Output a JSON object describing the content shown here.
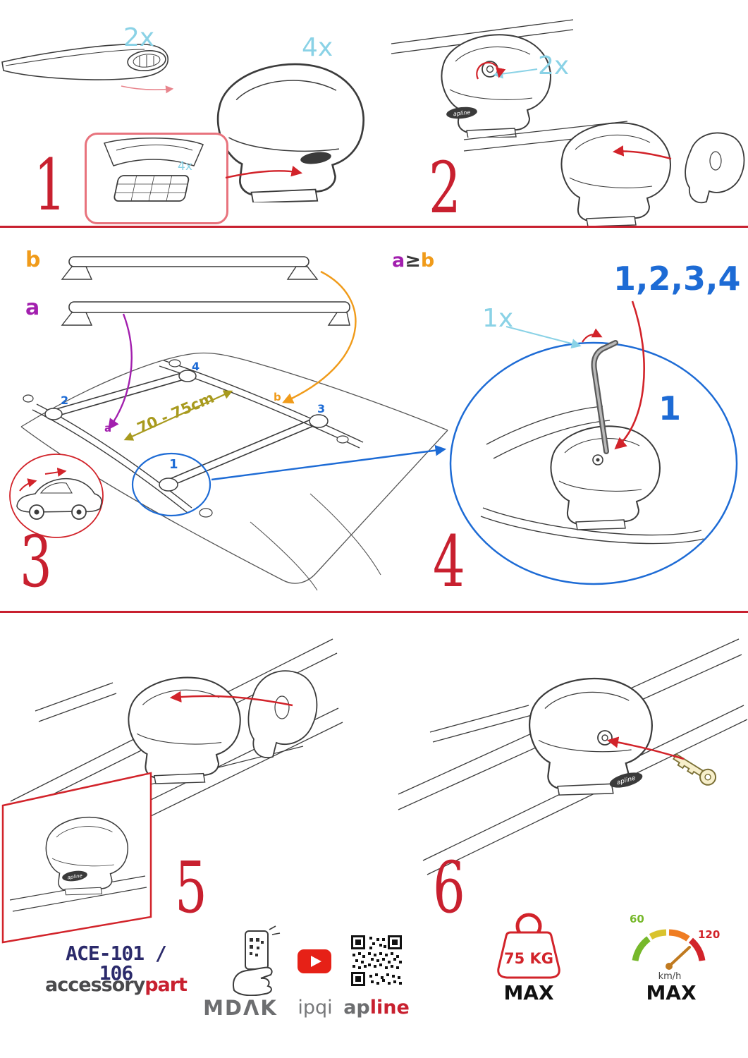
{
  "colors": {
    "accent_red": "#d2232a",
    "cyan": "#8ad2e6",
    "blue": "#1d6bd5",
    "purple": "#a21fae",
    "orange": "#f09b1a",
    "olive": "#a89a1e",
    "navy": "#2b2a6b",
    "gray": "#6d6e70",
    "green": "#76b82a",
    "youtube_red": "#e62117"
  },
  "icons": {
    "youtube": "youtube-play-icon",
    "qr_code": "qr-code-icon",
    "phone_scan": "phone-scan-icon",
    "max_load": "max-load-weight-icon",
    "speedometer": "speedometer-icon",
    "key": "key-icon",
    "allen_key": "allen-key-icon",
    "lock": "lock-cylinder-icon"
  },
  "step1": {
    "num": "1",
    "bar_qty": "2x",
    "foot_qty": "4x",
    "pad_qty": "4x"
  },
  "step2": {
    "num": "2",
    "lock_qty": "2x",
    "badge": "apline"
  },
  "step3": {
    "num": "3",
    "bar_label_a": "a",
    "bar_label_b": "b",
    "rule_a": "a",
    "rule_ge": "≥",
    "rule_b": "b",
    "distance": "70 - 75cm",
    "pos1": "1",
    "pos2": "2",
    "pos3": "3",
    "pos4": "4",
    "roof_a": "a",
    "roof_b": "b"
  },
  "step4": {
    "num": "4",
    "tool_qty": "1x",
    "sequence": "1,2,3,4",
    "first": "1"
  },
  "step5": {
    "num": "5",
    "badge": "apline"
  },
  "step6": {
    "num": "6",
    "badge": "apline"
  },
  "footer": {
    "model": "ACE-101 / 106",
    "brand_gray": "accessory",
    "brand_red": "part",
    "mdak": "MDΛK",
    "ipqi": "ipqi",
    "ap": "ap",
    "line": "line",
    "weight_value": "75 KG",
    "weight_max": "MAX",
    "speed_low": "60",
    "speed_high": "120",
    "speed_unit": "km/h",
    "speed_max": "MAX"
  }
}
